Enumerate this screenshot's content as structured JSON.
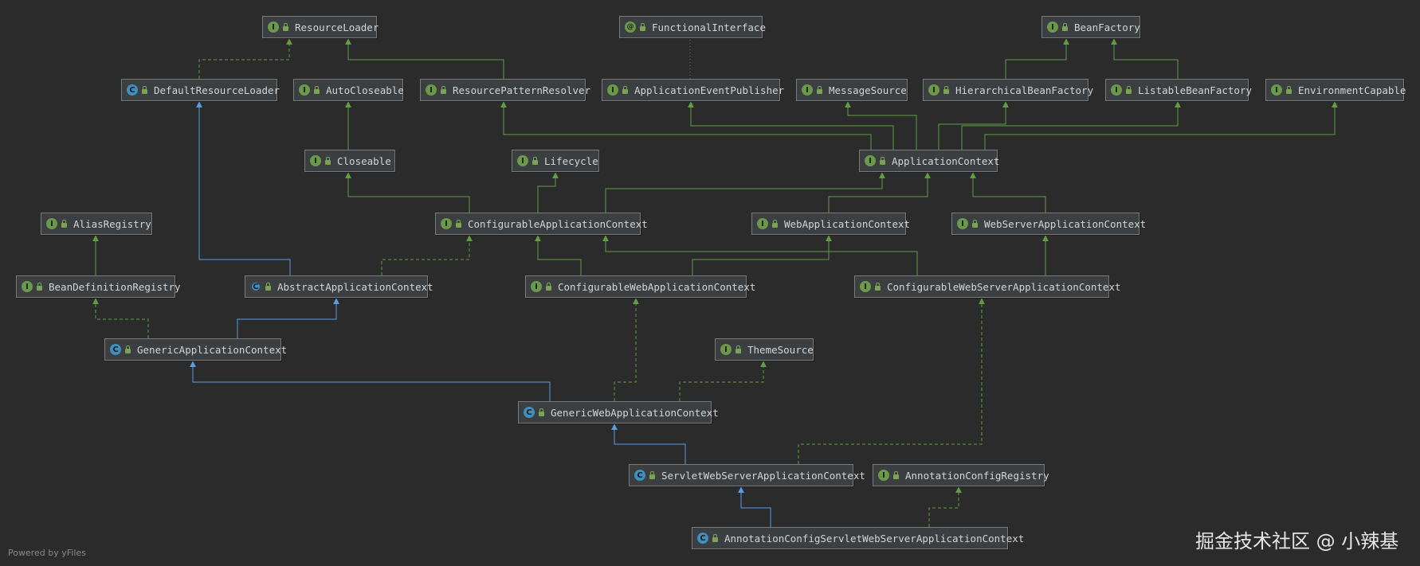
{
  "footer": {
    "powered_by": "Powered by yFiles",
    "watermark": "掘金技术社区 @ 小辣基"
  },
  "colors": {
    "background": "#2b2b2b",
    "node_fill": "#3c3f41",
    "interface_badge": "#6a9a49",
    "class_badge": "#3f8fbf",
    "implements_edge": "#5f9e45",
    "extends_edge": "#5a9ce0"
  },
  "nodes": [
    {
      "id": "ResourceLoader",
      "label": "ResourceLoader",
      "kind": "interface"
    },
    {
      "id": "FunctionalInterface",
      "label": "FunctionalInterface",
      "kind": "annotation"
    },
    {
      "id": "BeanFactory",
      "label": "BeanFactory",
      "kind": "interface"
    },
    {
      "id": "DefaultResourceLoader",
      "label": "DefaultResourceLoader",
      "kind": "class"
    },
    {
      "id": "AutoCloseable",
      "label": "AutoCloseable",
      "kind": "interface"
    },
    {
      "id": "ResourcePatternResolver",
      "label": "ResourcePatternResolver",
      "kind": "interface"
    },
    {
      "id": "ApplicationEventPublisher",
      "label": "ApplicationEventPublisher",
      "kind": "interface"
    },
    {
      "id": "MessageSource",
      "label": "MessageSource",
      "kind": "interface"
    },
    {
      "id": "HierarchicalBeanFactory",
      "label": "HierarchicalBeanFactory",
      "kind": "interface"
    },
    {
      "id": "ListableBeanFactory",
      "label": "ListableBeanFactory",
      "kind": "interface"
    },
    {
      "id": "EnvironmentCapable",
      "label": "EnvironmentCapable",
      "kind": "interface"
    },
    {
      "id": "Closeable",
      "label": "Closeable",
      "kind": "interface"
    },
    {
      "id": "Lifecycle",
      "label": "Lifecycle",
      "kind": "interface"
    },
    {
      "id": "ApplicationContext",
      "label": "ApplicationContext",
      "kind": "interface"
    },
    {
      "id": "AliasRegistry",
      "label": "AliasRegistry",
      "kind": "interface"
    },
    {
      "id": "ConfigurableApplicationContext",
      "label": "ConfigurableApplicationContext",
      "kind": "interface"
    },
    {
      "id": "WebApplicationContext",
      "label": "WebApplicationContext",
      "kind": "interface"
    },
    {
      "id": "WebServerApplicationContext",
      "label": "WebServerApplicationContext",
      "kind": "interface"
    },
    {
      "id": "BeanDefinitionRegistry",
      "label": "BeanDefinitionRegistry",
      "kind": "interface"
    },
    {
      "id": "AbstractApplicationContext",
      "label": "AbstractApplicationContext",
      "kind": "abstract"
    },
    {
      "id": "ConfigurableWebApplicationContext",
      "label": "ConfigurableWebApplicationContext",
      "kind": "interface"
    },
    {
      "id": "ConfigurableWebServerApplicationContext",
      "label": "ConfigurableWebServerApplicationContext",
      "kind": "interface"
    },
    {
      "id": "GenericApplicationContext",
      "label": "GenericApplicationContext",
      "kind": "class"
    },
    {
      "id": "ThemeSource",
      "label": "ThemeSource",
      "kind": "interface"
    },
    {
      "id": "GenericWebApplicationContext",
      "label": "GenericWebApplicationContext",
      "kind": "class"
    },
    {
      "id": "ServletWebServerApplicationContext",
      "label": "ServletWebServerApplicationContext",
      "kind": "class"
    },
    {
      "id": "AnnotationConfigRegistry",
      "label": "AnnotationConfigRegistry",
      "kind": "interface"
    },
    {
      "id": "AnnotationConfigServletWebServerApplicationContext",
      "label": "AnnotationConfigServletWebServerApplicationContext",
      "kind": "class"
    }
  ],
  "edges": [
    {
      "from": "DefaultResourceLoader",
      "to": "ResourceLoader",
      "style": "dashed-green"
    },
    {
      "from": "ResourcePatternResolver",
      "to": "ResourceLoader",
      "style": "solid-green"
    },
    {
      "from": "HierarchicalBeanFactory",
      "to": "BeanFactory",
      "style": "solid-green"
    },
    {
      "from": "ListableBeanFactory",
      "to": "BeanFactory",
      "style": "solid-green"
    },
    {
      "from": "ApplicationEventPublisher",
      "to": "FunctionalInterface",
      "style": "dotted-annotation"
    },
    {
      "from": "Closeable",
      "to": "AutoCloseable",
      "style": "solid-green"
    },
    {
      "from": "ApplicationContext",
      "to": "ResourcePatternResolver",
      "style": "solid-green"
    },
    {
      "from": "ApplicationContext",
      "to": "ApplicationEventPublisher",
      "style": "solid-green"
    },
    {
      "from": "ApplicationContext",
      "to": "MessageSource",
      "style": "solid-green"
    },
    {
      "from": "ApplicationContext",
      "to": "HierarchicalBeanFactory",
      "style": "solid-green"
    },
    {
      "from": "ApplicationContext",
      "to": "ListableBeanFactory",
      "style": "solid-green"
    },
    {
      "from": "ApplicationContext",
      "to": "EnvironmentCapable",
      "style": "solid-green"
    },
    {
      "from": "ConfigurableApplicationContext",
      "to": "Closeable",
      "style": "solid-green"
    },
    {
      "from": "ConfigurableApplicationContext",
      "to": "Lifecycle",
      "style": "solid-green"
    },
    {
      "from": "ConfigurableApplicationContext",
      "to": "ApplicationContext",
      "style": "solid-green"
    },
    {
      "from": "WebApplicationContext",
      "to": "ApplicationContext",
      "style": "solid-green"
    },
    {
      "from": "WebServerApplicationContext",
      "to": "ApplicationContext",
      "style": "solid-green"
    },
    {
      "from": "BeanDefinitionRegistry",
      "to": "AliasRegistry",
      "style": "solid-green"
    },
    {
      "from": "AbstractApplicationContext",
      "to": "DefaultResourceLoader",
      "style": "solid-blue"
    },
    {
      "from": "AbstractApplicationContext",
      "to": "ConfigurableApplicationContext",
      "style": "dashed-green"
    },
    {
      "from": "ConfigurableWebApplicationContext",
      "to": "ConfigurableApplicationContext",
      "style": "solid-green"
    },
    {
      "from": "ConfigurableWebApplicationContext",
      "to": "WebApplicationContext",
      "style": "solid-green"
    },
    {
      "from": "ConfigurableWebServerApplicationContext",
      "to": "ConfigurableApplicationContext",
      "style": "solid-green"
    },
    {
      "from": "ConfigurableWebServerApplicationContext",
      "to": "WebServerApplicationContext",
      "style": "solid-green"
    },
    {
      "from": "GenericApplicationContext",
      "to": "BeanDefinitionRegistry",
      "style": "dashed-green"
    },
    {
      "from": "GenericApplicationContext",
      "to": "AbstractApplicationContext",
      "style": "solid-blue"
    },
    {
      "from": "GenericWebApplicationContext",
      "to": "GenericApplicationContext",
      "style": "solid-blue"
    },
    {
      "from": "GenericWebApplicationContext",
      "to": "ConfigurableWebApplicationContext",
      "style": "dashed-green"
    },
    {
      "from": "GenericWebApplicationContext",
      "to": "ThemeSource",
      "style": "dashed-green"
    },
    {
      "from": "ServletWebServerApplicationContext",
      "to": "GenericWebApplicationContext",
      "style": "solid-blue"
    },
    {
      "from": "ServletWebServerApplicationContext",
      "to": "ConfigurableWebServerApplicationContext",
      "style": "dashed-green"
    },
    {
      "from": "AnnotationConfigServletWebServerApplicationContext",
      "to": "ServletWebServerApplicationContext",
      "style": "solid-blue"
    },
    {
      "from": "AnnotationConfigServletWebServerApplicationContext",
      "to": "AnnotationConfigRegistry",
      "style": "dashed-green"
    }
  ]
}
